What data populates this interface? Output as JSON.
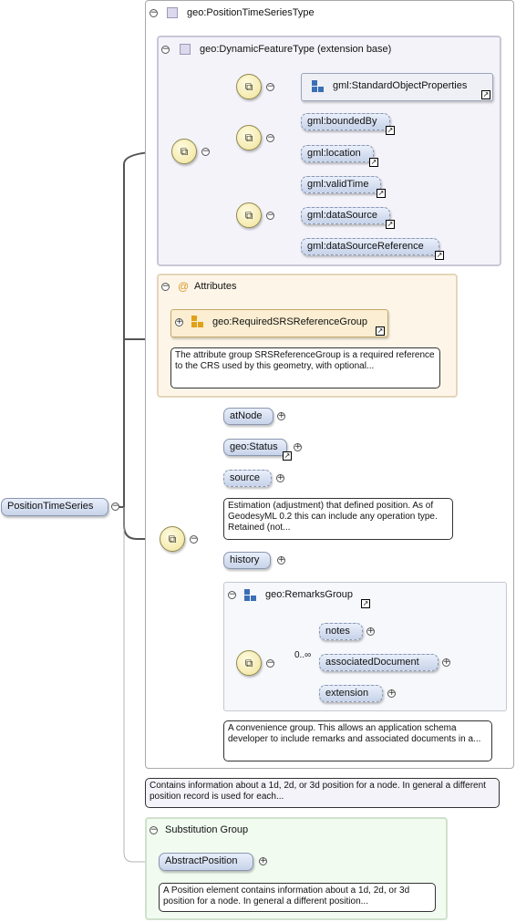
{
  "root": {
    "label": "PositionTimeSeries"
  },
  "type_panel": {
    "title": "geo:PositionTimeSeriesType"
  },
  "dynamic_panel": {
    "title": "geo:DynamicFeatureType (extension base)",
    "standard_object_properties": "gml:StandardObjectProperties",
    "bounded_by": "gml:boundedBy",
    "location": "gml:location",
    "valid_time": "gml:validTime",
    "data_source": "gml:dataSource",
    "data_source_reference": "gml:dataSourceReference"
  },
  "attributes_panel": {
    "title": "Attributes",
    "group": "geo:RequiredSRSReferenceGroup",
    "doc": "The attribute group SRSReferenceGroup is a required reference to the CRS used by this geometry, with optional..."
  },
  "sequence": {
    "at_node": "atNode",
    "status": "geo:Status",
    "source": "source",
    "source_doc": "Estimation (adjustment) that defined position. As of GeodesyML 0.2 this can include any operation type. Retained (not...",
    "history": "history",
    "remarks_group": "geo:RemarksGroup",
    "cardinality": "0..∞",
    "notes": "notes",
    "associated_document": "associatedDocument",
    "extension": "extension",
    "remarks_doc": "A convenience group. This allows an application schema developer to include remarks and associated documents in a..."
  },
  "type_doc": "Contains information about a 1d, 2d, or 3d position for a node. In general a different position record is used for each...",
  "substitution_panel": {
    "title": "Substitution Group",
    "abstract_position": "AbstractPosition",
    "doc": "A Position element contains information about a 1d, 2d, or 3d position for a node. In general a different position..."
  },
  "icons": {
    "collapse": "minus-circle-icon",
    "expand": "plus-circle-icon",
    "reference": "reference-arrow-icon",
    "sequence": "sequence-compositor-icon"
  },
  "colors": {
    "element_fill": "#c7d3ea",
    "lavender_panel": "#f4f3fa",
    "attribute_panel": "#fdf6e8",
    "substitution_panel": "#f1fbf0",
    "compositor": "#f0e39a"
  }
}
